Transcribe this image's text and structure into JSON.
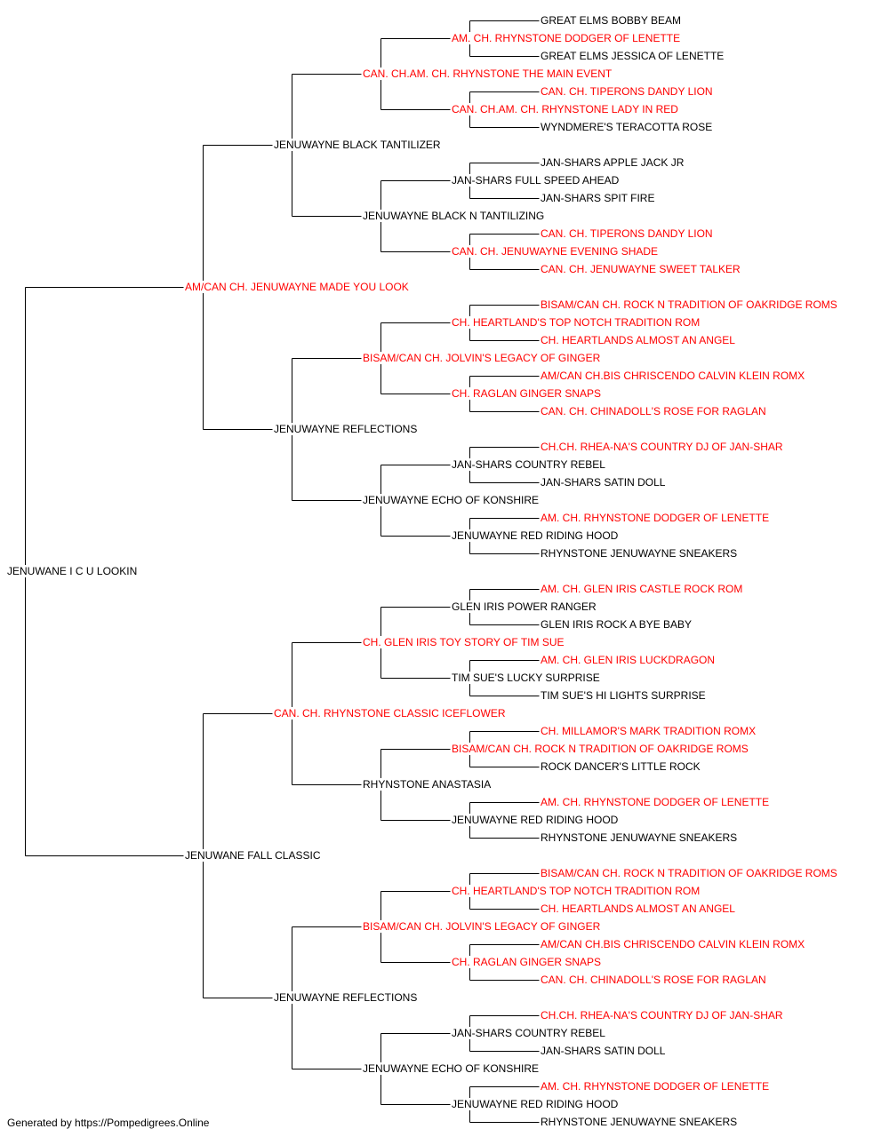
{
  "colors": {
    "titled": "#ff0000",
    "plain": "#000000"
  },
  "pedigree": [
    {
      "text": "JENUWANE I C U LOOKIN",
      "red": false
    },
    {
      "text": "AM/CAN CH. JENUWAYNE MADE YOU LOOK",
      "red": true
    },
    {
      "text": "JENUWAYNE BLACK TANTILIZER",
      "red": false
    },
    {
      "text": "CAN. CH.AM. CH. RHYNSTONE THE MAIN EVENT",
      "red": true
    },
    {
      "text": "AM. CH. RHYNSTONE DODGER OF LENETTE",
      "red": true
    },
    {
      "text": "GREAT ELMS BOBBY BEAM",
      "red": false
    },
    {
      "text": "GREAT ELMS JESSICA OF LENETTE",
      "red": false
    },
    {
      "text": "CAN. CH.AM. CH. RHYNSTONE LADY IN RED",
      "red": true
    },
    {
      "text": "CAN. CH. TIPERONS DANDY LION",
      "red": true
    },
    {
      "text": "WYNDMERE'S TERACOTTA ROSE",
      "red": false
    },
    {
      "text": "JENUWAYNE BLACK N TANTILIZING",
      "red": false
    },
    {
      "text": "JAN-SHARS FULL SPEED AHEAD",
      "red": false
    },
    {
      "text": "JAN-SHARS APPLE JACK JR",
      "red": false
    },
    {
      "text": "JAN-SHARS SPIT FIRE",
      "red": false
    },
    {
      "text": "CAN. CH. JENUWAYNE EVENING SHADE",
      "red": true
    },
    {
      "text": "CAN. CH. TIPERONS DANDY LION",
      "red": true
    },
    {
      "text": "CAN. CH. JENUWAYNE SWEET TALKER",
      "red": true
    },
    {
      "text": "JENUWAYNE REFLECTIONS",
      "red": false
    },
    {
      "text": "BISAM/CAN CH. JOLVIN'S LEGACY OF GINGER",
      "red": true
    },
    {
      "text": "CH. HEARTLAND'S TOP NOTCH TRADITION ROM",
      "red": true
    },
    {
      "text": "BISAM/CAN CH. ROCK N TRADITION OF OAKRIDGE ROMS",
      "red": true
    },
    {
      "text": "CH. HEARTLANDS ALMOST AN ANGEL",
      "red": true
    },
    {
      "text": "CH. RAGLAN GINGER SNAPS",
      "red": true
    },
    {
      "text": "AM/CAN CH.BIS CHRISCENDO CALVIN KLEIN ROMX",
      "red": true
    },
    {
      "text": "CAN. CH. CHINADOLL'S ROSE FOR RAGLAN",
      "red": true
    },
    {
      "text": "JENUWAYNE ECHO OF KONSHIRE",
      "red": false
    },
    {
      "text": "JAN-SHARS COUNTRY REBEL",
      "red": false
    },
    {
      "text": "CH.CH. RHEA-NA'S COUNTRY DJ OF JAN-SHAR",
      "red": true
    },
    {
      "text": "JAN-SHARS SATIN DOLL",
      "red": false
    },
    {
      "text": "JENUWAYNE RED RIDING HOOD",
      "red": false
    },
    {
      "text": "AM. CH. RHYNSTONE DODGER OF LENETTE",
      "red": true
    },
    {
      "text": "RHYNSTONE JENUWAYNE SNEAKERS",
      "red": false
    },
    {
      "text": "JENUWANE FALL CLASSIC",
      "red": false
    },
    {
      "text": "CAN. CH. RHYNSTONE CLASSIC ICEFLOWER",
      "red": true
    },
    {
      "text": "CH. GLEN IRIS TOY STORY OF TIM SUE",
      "red": true
    },
    {
      "text": "GLEN IRIS POWER RANGER",
      "red": false
    },
    {
      "text": "AM. CH. GLEN IRIS CASTLE ROCK ROM",
      "red": true
    },
    {
      "text": "GLEN IRIS ROCK A BYE BABY",
      "red": false
    },
    {
      "text": "TIM SUE'S LUCKY SURPRISE",
      "red": false
    },
    {
      "text": "AM. CH. GLEN IRIS LUCKDRAGON",
      "red": true
    },
    {
      "text": "TIM SUE'S HI LIGHTS SURPRISE",
      "red": false
    },
    {
      "text": "RHYNSTONE ANASTASIA",
      "red": false
    },
    {
      "text": "BISAM/CAN CH. ROCK N TRADITION OF OAKRIDGE ROMS",
      "red": true
    },
    {
      "text": "CH. MILLAMOR'S MARK TRADITION ROMX",
      "red": true
    },
    {
      "text": "ROCK DANCER'S LITTLE ROCK",
      "red": false
    },
    {
      "text": "JENUWAYNE RED RIDING HOOD",
      "red": false
    },
    {
      "text": "AM. CH. RHYNSTONE DODGER OF LENETTE",
      "red": true
    },
    {
      "text": "RHYNSTONE JENUWAYNE SNEAKERS",
      "red": false
    },
    {
      "text": "JENUWAYNE REFLECTIONS",
      "red": false
    },
    {
      "text": "BISAM/CAN CH. JOLVIN'S LEGACY OF GINGER",
      "red": true
    },
    {
      "text": "CH. HEARTLAND'S TOP NOTCH TRADITION ROM",
      "red": true
    },
    {
      "text": "BISAM/CAN CH. ROCK N TRADITION OF OAKRIDGE ROMS",
      "red": true
    },
    {
      "text": "CH. HEARTLANDS ALMOST AN ANGEL",
      "red": true
    },
    {
      "text": "CH. RAGLAN GINGER SNAPS",
      "red": true
    },
    {
      "text": "AM/CAN CH.BIS CHRISCENDO CALVIN KLEIN ROMX",
      "red": true
    },
    {
      "text": "CAN. CH. CHINADOLL'S ROSE FOR RAGLAN",
      "red": true
    },
    {
      "text": "JENUWAYNE ECHO OF KONSHIRE",
      "red": false
    },
    {
      "text": "JAN-SHARS COUNTRY REBEL",
      "red": false
    },
    {
      "text": "CH.CH. RHEA-NA'S COUNTRY DJ OF JAN-SHAR",
      "red": true
    },
    {
      "text": "JAN-SHARS SATIN DOLL",
      "red": false
    },
    {
      "text": "JENUWAYNE RED RIDING HOOD",
      "red": false
    },
    {
      "text": "AM. CH. RHYNSTONE DODGER OF LENETTE",
      "red": true
    },
    {
      "text": "RHYNSTONE JENUWAYNE SNEAKERS",
      "red": false
    }
  ],
  "footer": "Generated by https://Pompedigrees.Online"
}
